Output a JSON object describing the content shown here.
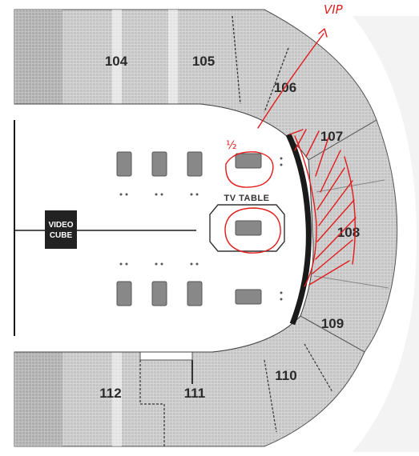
{
  "map": {
    "sections": [
      {
        "id": "104",
        "label": "104"
      },
      {
        "id": "105",
        "label": "105"
      },
      {
        "id": "106",
        "label": "106"
      },
      {
        "id": "107",
        "label": "107"
      },
      {
        "id": "108",
        "label": "108"
      },
      {
        "id": "109",
        "label": "109"
      },
      {
        "id": "110",
        "label": "110"
      },
      {
        "id": "111",
        "label": "111"
      },
      {
        "id": "112",
        "label": "112"
      }
    ],
    "video_cube": {
      "line1": "VIDEO",
      "line2": "CUBE"
    },
    "tv_table_label": "TV TABLE",
    "annotations": {
      "vip_text": "VIP",
      "half_mark": "½",
      "ink_color": "#e31b1b"
    },
    "colors": {
      "seat_block": "#cfcfcf",
      "seat_block_light": "#e4e4e4",
      "rail": "#1a1a1a",
      "video_cube": "#222222"
    }
  }
}
